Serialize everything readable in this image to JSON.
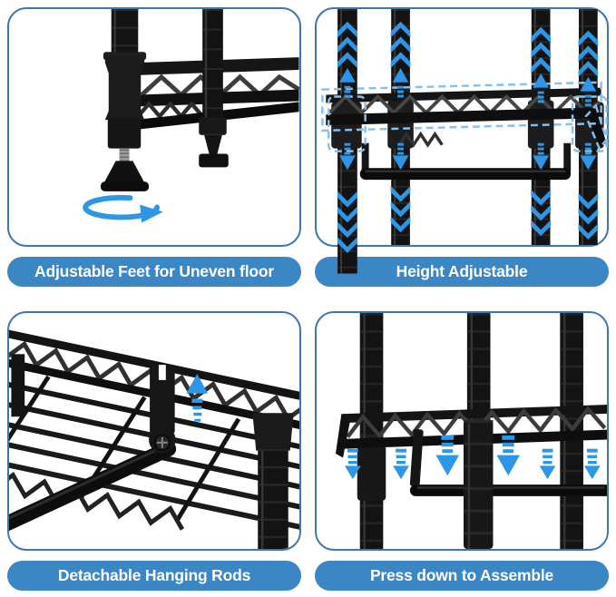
{
  "colors": {
    "panel_border": "#3f76ad",
    "caption_bg": "#3b86c4",
    "caption_text": "#ffffff",
    "arrow_blue": "#2d96e6",
    "selection_blue": "#85c0ee",
    "product_black": "#131313",
    "page_bg": "#ffffff"
  },
  "features": [
    {
      "id": "adjustable-feet",
      "caption": "Adjustable Feet for Uneven floor",
      "icon": "rotation-arrow-icon",
      "alt": "Close-up of black wire-shelf legs with screw-in leveling feet and a blue circular rotation arrow under the front foot"
    },
    {
      "id": "height-adjustable",
      "caption": "Height Adjustable",
      "icon": "up-down-chevron-arrows-icon",
      "alt": "Four black poles with blue up and down chevron arrows and a wire shelf with hanging rod highlighted by a dashed blue outline"
    },
    {
      "id": "detachable-hanging-rods",
      "caption": "Detachable Hanging Rods",
      "icon": "up-arrow-icon",
      "alt": "Underside view of a wire shelf with a detachable hook bracket holding a hanging rod and a blue up arrow"
    },
    {
      "id": "press-down-assemble",
      "caption": "Press down to Assemble",
      "icon": "down-arrows-icon",
      "alt": "Wire shelf with hanging rod being pressed down onto three black poles, shown with blue down arrows"
    }
  ]
}
